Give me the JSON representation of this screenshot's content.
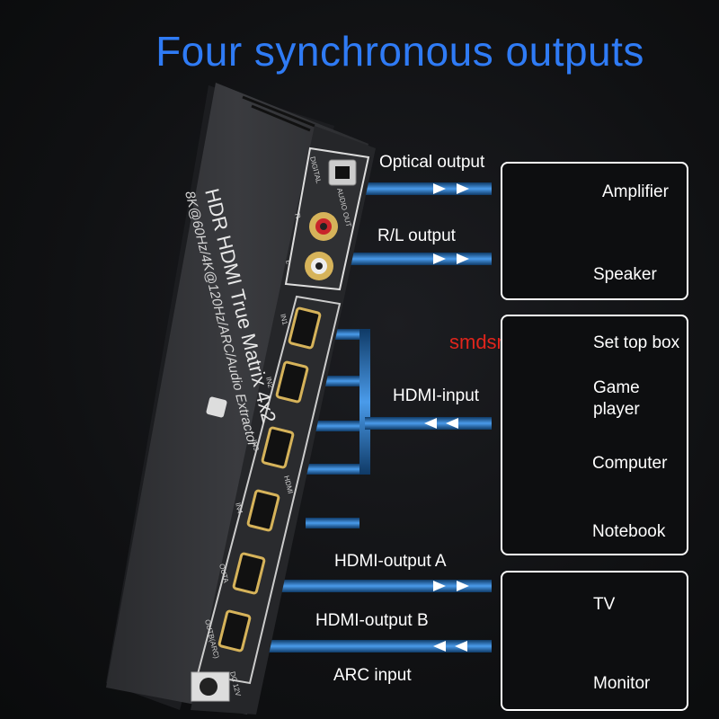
{
  "title": "Four synchronous outputs",
  "watermark": "smdsmdsmd",
  "device": {
    "name": "HDR HDMI True Matrix 4x2",
    "spec": "8K@60Hz/4K@120Hz/ARC/Audio Extractor",
    "ports": {
      "digital": "DIGITAL",
      "audio_out": "AUDIO OUT",
      "r": "R",
      "l": "L",
      "in1": "IN1",
      "in2": "IN2",
      "in3": "IN3",
      "in4": "IN4",
      "hdmi": "HDMI",
      "outa": "OUTA",
      "outb": "OUTB(ARC)",
      "dc": "DC 12V"
    }
  },
  "connections": {
    "optical": "Optical output",
    "rl": "R/L output",
    "hdmi_input": "HDMI-input",
    "hdmi_out_a": "HDMI-output A",
    "hdmi_out_b": "HDMI-output B",
    "arc": "ARC input"
  },
  "devices": {
    "amplifier": "Amplifier",
    "speaker": "Speaker",
    "set_top_box": "Set top box",
    "game_player": "Game player",
    "computer": "Computer",
    "notebook": "Notebook",
    "tv": "TV",
    "monitor": "Monitor"
  },
  "colors": {
    "title": "#2f7bf5",
    "cable": "#2e7fd1",
    "watermark": "#e0251c"
  }
}
